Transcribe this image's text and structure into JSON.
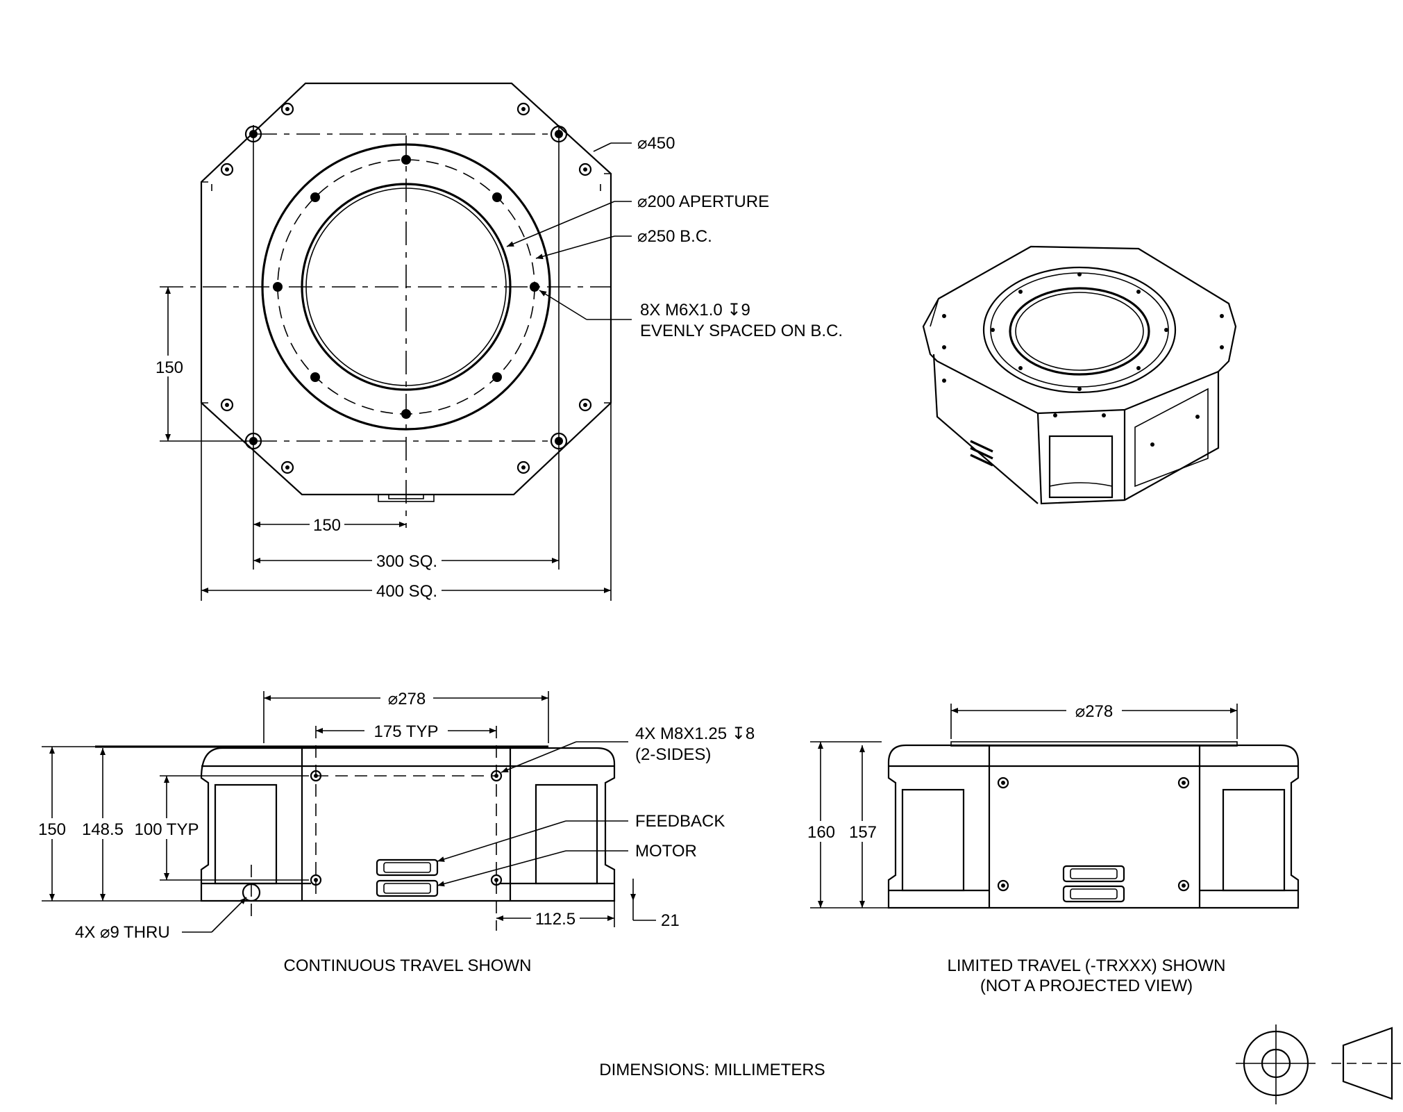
{
  "top_view": {
    "callouts": {
      "outer_dia": "⌀450",
      "aperture": "⌀200 APERTURE",
      "bolt_circle": "⌀250 B.C.",
      "holes_line1": "8X M6X1.0 ↧9",
      "holes_line2": "EVENLY SPACED ON B.C."
    },
    "dims": {
      "vertical": "150",
      "horizontal_half": "150",
      "square_300": "300 SQ.",
      "square_400": "400 SQ."
    }
  },
  "side_view_continuous": {
    "dims": {
      "dia_top": "⌀278",
      "typ_175": "175 TYP",
      "h_150": "150",
      "h_1485": "148.5",
      "h_100": "100 TYP",
      "w_1125": "112.5",
      "d_21": "21"
    },
    "callouts": {
      "thread_line1": "4X M8X1.25 ↧8",
      "thread_line2": "(2-SIDES)",
      "feedback": "FEEDBACK",
      "motor": "MOTOR",
      "thru_holes": "4X  ⌀9 THRU"
    },
    "caption": "CONTINUOUS TRAVEL SHOWN"
  },
  "side_view_limited": {
    "dims": {
      "dia_top": "⌀278",
      "h_160": "160",
      "h_157": "157"
    },
    "caption_line1": "LIMITED TRAVEL (-TRXXX) SHOWN",
    "caption_line2": "(NOT A PROJECTED VIEW)"
  },
  "footer": {
    "units_note": "DIMENSIONS:  MILLIMETERS",
    "projection_symbol": "third-angle-projection-icon"
  }
}
